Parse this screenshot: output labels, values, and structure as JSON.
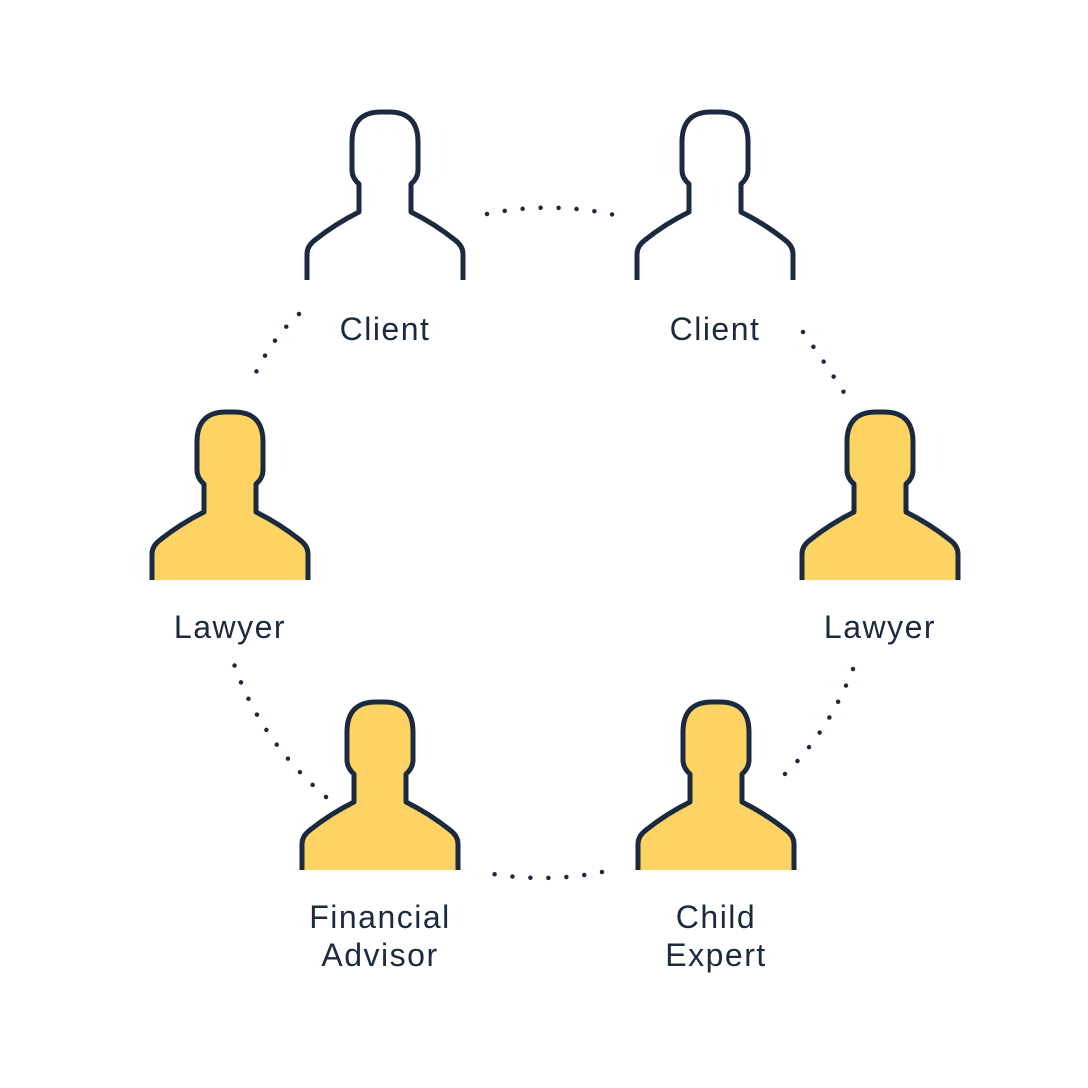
{
  "colors": {
    "stroke": "#1b2a3e",
    "highlight_fill": "#fdd464",
    "background": "#ffffff"
  },
  "nodes": [
    {
      "id": "client-left",
      "label_lines": [
        "Client"
      ],
      "highlighted": false,
      "icon": "person-icon"
    },
    {
      "id": "client-right",
      "label_lines": [
        "Client"
      ],
      "highlighted": false,
      "icon": "person-icon"
    },
    {
      "id": "lawyer-left",
      "label_lines": [
        "Lawyer"
      ],
      "highlighted": true,
      "icon": "person-icon"
    },
    {
      "id": "lawyer-right",
      "label_lines": [
        "Lawyer"
      ],
      "highlighted": true,
      "icon": "person-icon"
    },
    {
      "id": "financial-advisor",
      "label_lines": [
        "Financial",
        "Advisor"
      ],
      "highlighted": true,
      "icon": "person-icon"
    },
    {
      "id": "child-expert",
      "label_lines": [
        "Child",
        "Expert"
      ],
      "highlighted": true,
      "icon": "person-icon"
    }
  ],
  "connections": [
    {
      "from": "client-left",
      "to": "client-right"
    },
    {
      "from": "client-right",
      "to": "lawyer-right"
    },
    {
      "from": "lawyer-right",
      "to": "child-expert"
    },
    {
      "from": "child-expert",
      "to": "financial-advisor"
    },
    {
      "from": "financial-advisor",
      "to": "lawyer-left"
    },
    {
      "from": "lawyer-left",
      "to": "client-left"
    }
  ]
}
